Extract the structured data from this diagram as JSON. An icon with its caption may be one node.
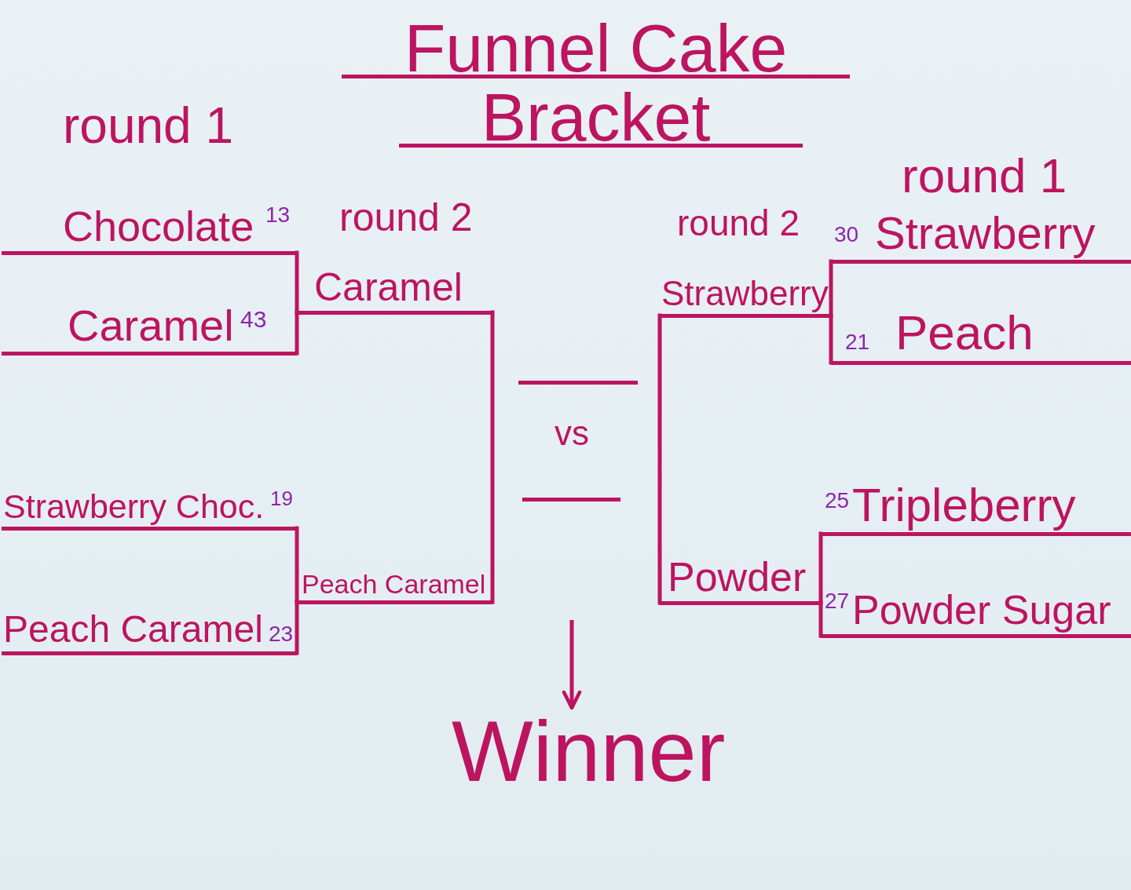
{
  "diagram": {
    "title": "Funnel Cake Bracket",
    "nodes": [
      {
        "text": [
          "Chocolate",
          "13"
        ]
      },
      {
        "text": [
          "Caramel",
          "43"
        ]
      },
      {
        "text": [
          "Caramel"
        ]
      },
      {
        "text": [
          "Strawberry"
        ]
      },
      {
        "text": [
          "30",
          "Strawberry"
        ]
      },
      {
        "text": [
          "21",
          "Peach"
        ]
      },
      {
        "text": [],
        "shape": "bar"
      },
      {
        "text": [],
        "shape": "bar"
      },
      {
        "text": [
          "Strawberry Choc.",
          "19"
        ]
      },
      {
        "text": [
          "Peach Caramel",
          "23"
        ]
      },
      {
        "text": [
          "Peach Caramel"
        ]
      },
      {
        "text": [
          "Powder"
        ]
      },
      {
        "text": [
          "25",
          "Tripleberry"
        ]
      },
      {
        "text": [
          "27",
          "Powder Sugar"
        ]
      },
      {
        "text": [
          "Winner"
        ]
      }
    ],
    "edges": [
      {
        "from": 0,
        "to": 2,
        "arrow": "none"
      },
      {
        "from": 1,
        "to": 2,
        "arrow": "none"
      },
      {
        "from": 4,
        "to": 3,
        "arrow": "none"
      },
      {
        "from": 5,
        "to": 3,
        "arrow": "none"
      },
      {
        "from": 2,
        "to": 10,
        "arrow": "none"
      },
      {
        "from": 3,
        "to": 11,
        "arrow": "none"
      },
      {
        "from": 8,
        "to": 10,
        "arrow": "none"
      },
      {
        "from": 9,
        "to": 10,
        "arrow": "none"
      },
      {
        "from": 12,
        "to": 11,
        "arrow": "none"
      },
      {
        "from": 13,
        "to": 11,
        "arrow": "none"
      },
      {
        "from": null,
        "to": 14,
        "arrow": "to"
      }
    ],
    "labels": [
      "round 1",
      "round 1",
      "round 2",
      "round 2",
      "vs"
    ]
  }
}
